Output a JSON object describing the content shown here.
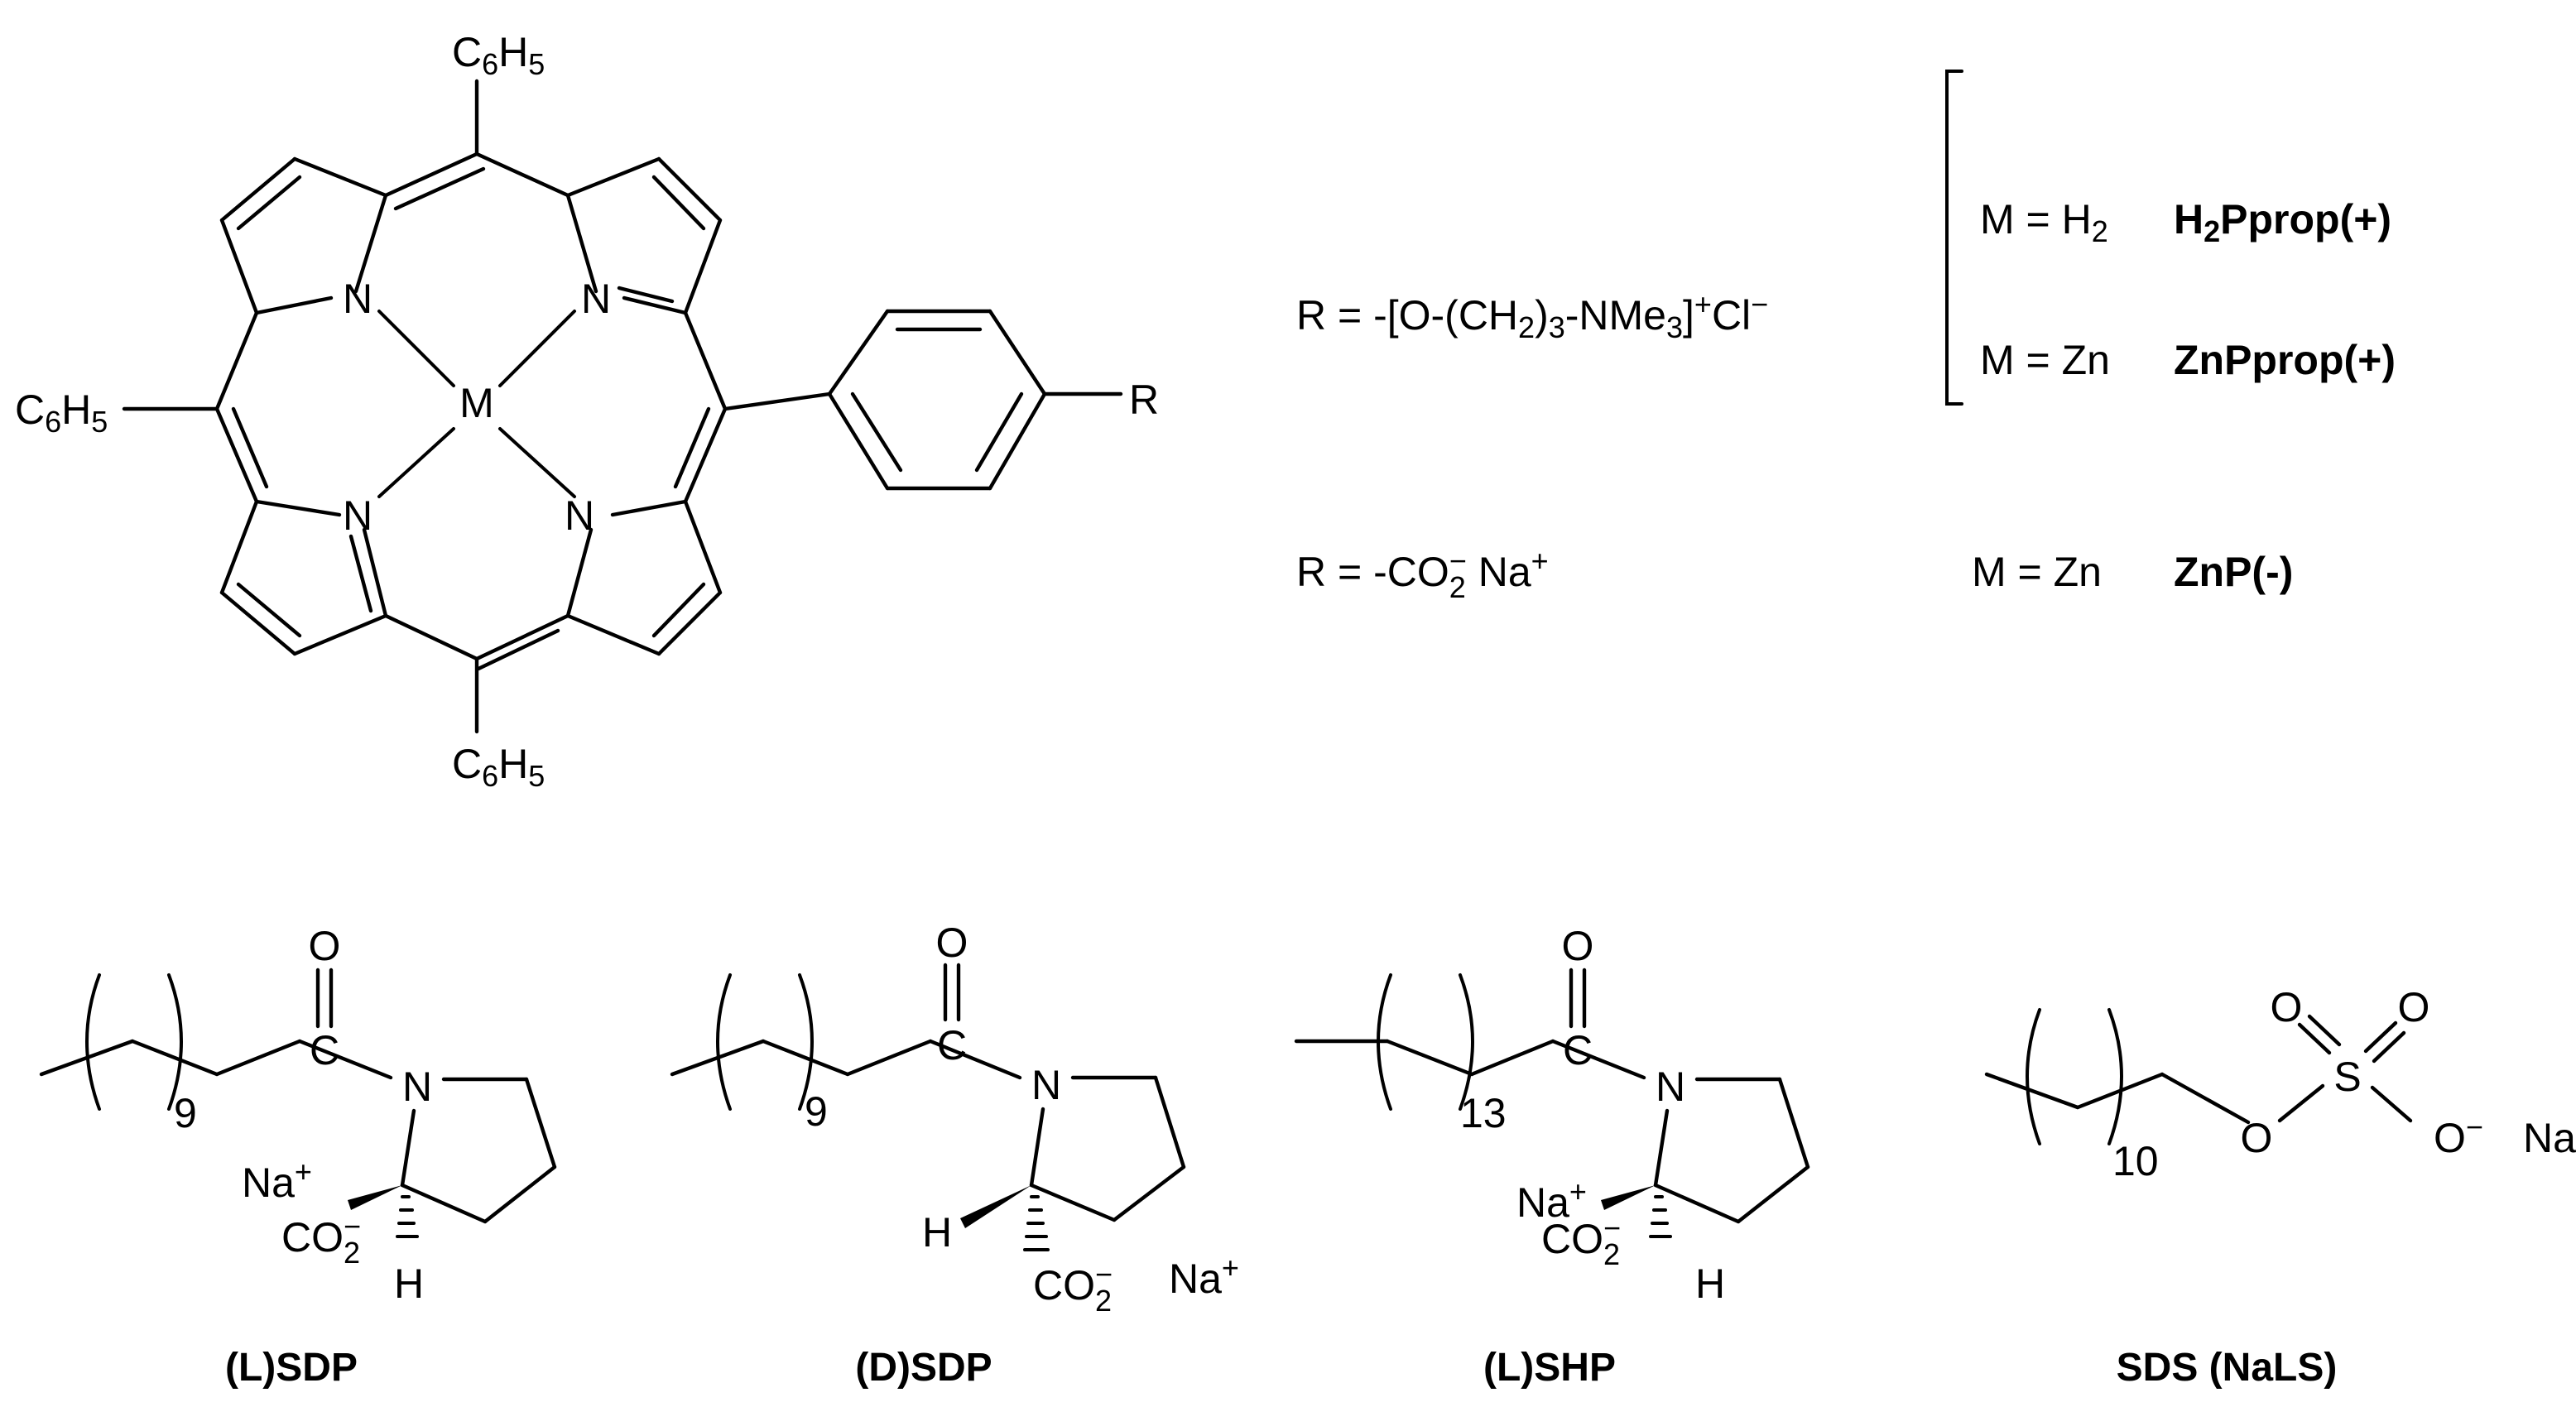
{
  "porphyrin": {
    "metal": "M",
    "n_atom": "N",
    "r_atom": "R",
    "phenyl_main": "C",
    "phenyl_sub1": "6",
    "phenyl_h": "H",
    "phenyl_sub2": "5"
  },
  "definitions": {
    "r1_prefix": "R = -[O-(CH",
    "r1_sub": "2",
    "r1_mid": ")",
    "r1_sub2": "3",
    "r1_mid2": "-NMe",
    "r1_sub3": "3",
    "r1_close": "]",
    "r1_sup": "+",
    "r1_counter": "Cl",
    "r1_sup2": "−",
    "m1_prefix": "M = H",
    "m1_sub": "2",
    "m1_name_pre": "H",
    "m1_name_sub": "2",
    "m1_name_post": "Pprop(+)",
    "m2_text": "M = Zn",
    "m2_name": "ZnPprop(+)",
    "r2_prefix": "R = -CO",
    "r2_sub": "2",
    "r2_sup": "−",
    "r2_counter": " Na",
    "r2_sup2": "+",
    "m3_text": "M = Zn",
    "m3_name": "ZnP(-)"
  },
  "surfactants": {
    "o_atom": "O",
    "c_atom": "C",
    "n_atom": "N",
    "h_atom": "H",
    "s_atom": "S",
    "na": "Na",
    "plus": "+",
    "minus": "−",
    "co2": "CO",
    "two": "2",
    "n9": "9",
    "n13": "13",
    "n10": "10",
    "names": [
      "(L)SDP",
      "(D)SDP",
      "(L)SHP",
      "SDS (NaLS)"
    ]
  }
}
